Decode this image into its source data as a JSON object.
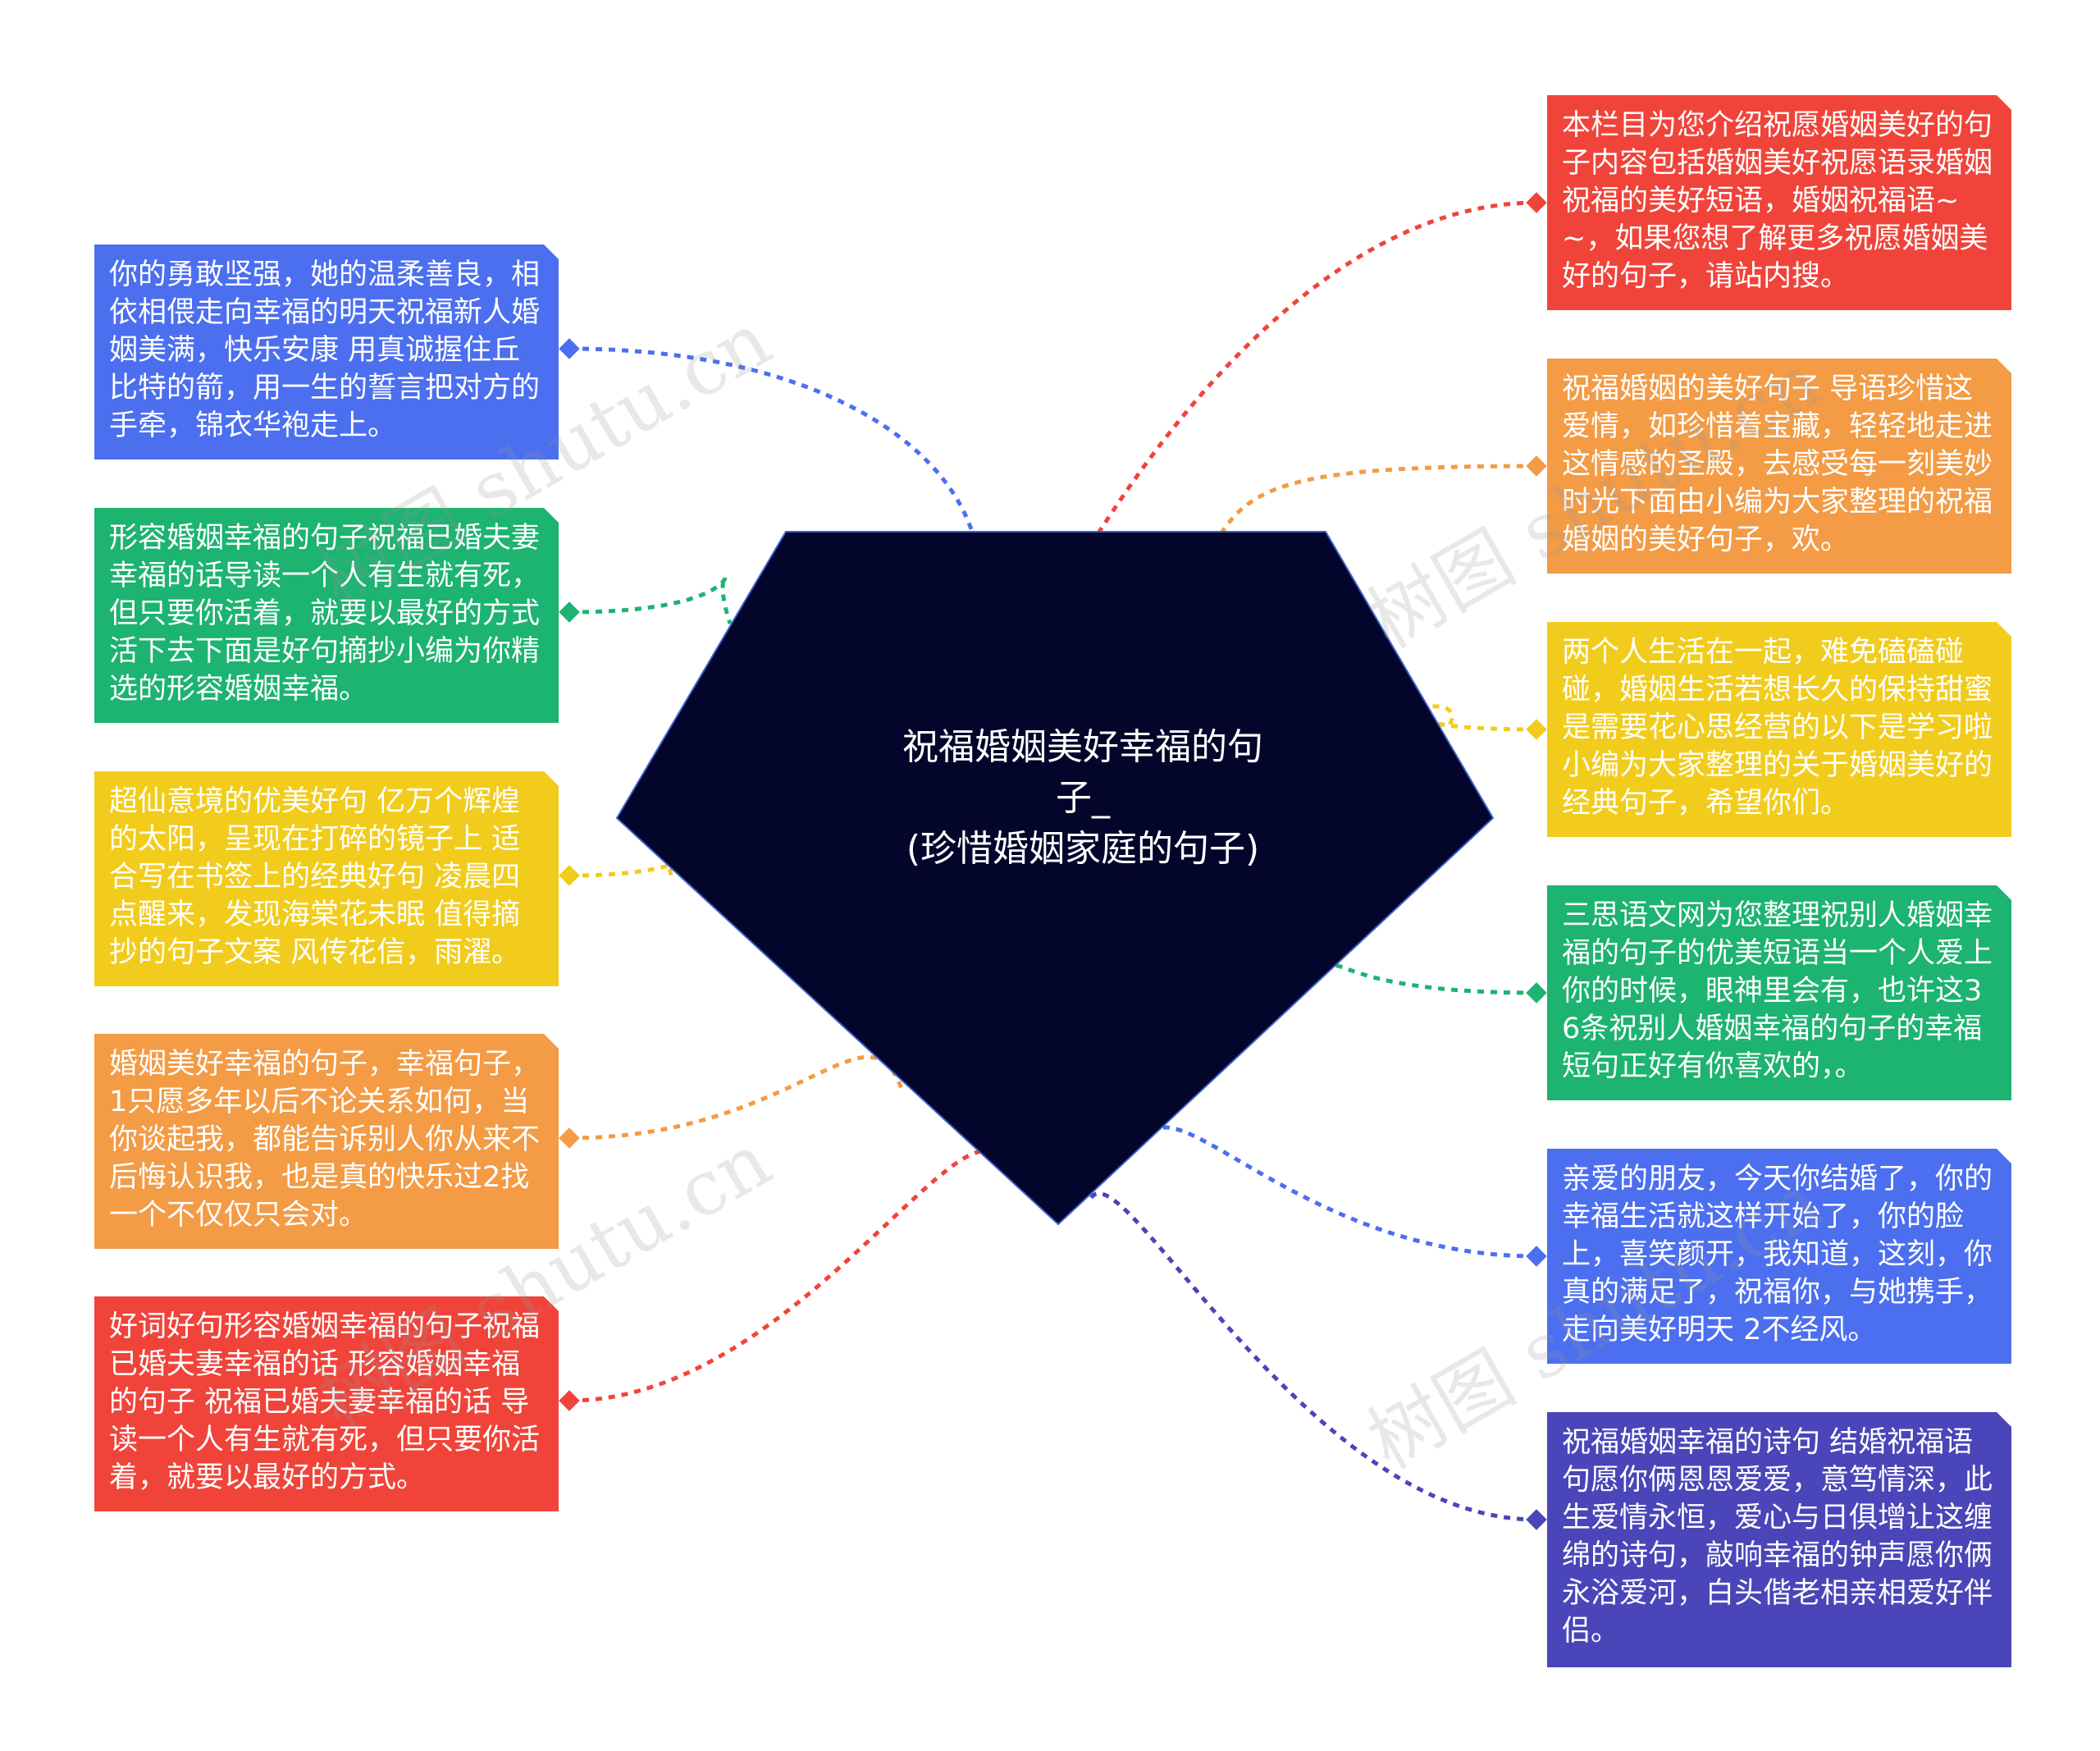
{
  "center": {
    "title_line1": "祝福婚姻美好幸福的句子_",
    "title_line2": "(珍惜婚姻家庭的句子)",
    "fill": "#03052a",
    "stroke": "#3a5fc8"
  },
  "watermark_text": "树图 shutu.cn",
  "nodes": [
    {
      "side": "left",
      "color": "#4c6ff0",
      "text": "你的勇敢坚强，她的温柔善良，相依相偎走向幸福的明天祝福新人婚姻美满，快乐安康 用真诚握住丘比特的箭，用一生的誓言把对方的手牵，锦衣华袍走上。"
    },
    {
      "side": "left",
      "color": "#1db371",
      "text": "形容婚姻幸福的句子祝福已婚夫妻幸福的话导读一个人有生就有死，但只要你活着，就要以最好的方式活下去下面是好句摘抄小编为你精选的形容婚姻幸福。"
    },
    {
      "side": "left",
      "color": "#f2cc1c",
      "text": "超仙意境的优美好句 亿万个辉煌的太阳，呈现在打碎的镜子上 适合写在书签上的经典好句 凌晨四点醒来，发现海棠花未眠 值得摘抄的句子文案 风传花信，雨濯。"
    },
    {
      "side": "left",
      "color": "#f39b45",
      "text": "婚姻美好幸福的句子，幸福句子，1只愿多年以后不论关系如何，当你谈起我，都能告诉别人你从来不后悔认识我，也是真的快乐过2找一个不仅仅只会对。"
    },
    {
      "side": "left",
      "color": "#f0443a",
      "text": "好词好句形容婚姻幸福的句子祝福已婚夫妻幸福的话 形容婚姻幸福的句子 祝福已婚夫妻幸福的话 导读一个人有生就有死，但只要你活着，就要以最好的方式。"
    },
    {
      "side": "right",
      "color": "#f0443a",
      "text": "本栏目为您介绍祝愿婚姻美好的句子内容包括婚姻美好祝愿语录婚姻祝福的美好短语，婚姻祝福语~~，如果您想了解更多祝愿婚姻美好的句子，请站内搜。"
    },
    {
      "side": "right",
      "color": "#f39b45",
      "text": "祝福婚姻的美好句子 导语珍惜这爱情，如珍惜着宝藏，轻轻地走进这情感的圣殿，去感受每一刻美妙时光下面由小编为大家整理的祝福婚姻的美好句子，欢。"
    },
    {
      "side": "right",
      "color": "#f2cc1c",
      "text": "两个人生活在一起，难免磕磕碰碰，婚姻生活若想长久的保持甜蜜是需要花心思经营的以下是学习啦小编为大家整理的关于婚姻美好的经典句子，希望你们。"
    },
    {
      "side": "right",
      "color": "#1db371",
      "text": "三思语文网为您整理祝别人婚姻幸福的句子的优美短语当一个人爱上你的时候，眼神里会有，也许这36条祝别人婚姻幸福的句子的幸福短句正好有你喜欢的，。"
    },
    {
      "side": "right",
      "color": "#4c6ff0",
      "text": "亲爱的朋友，今天你结婚了，你的幸福生活就这样开始了，你的脸上，喜笑颜开，我知道，这刻，你真的满足了，祝福你，与她携手，走向美好明天 2不经风。"
    },
    {
      "side": "right",
      "color": "#4a45b8",
      "text": "祝福婚姻幸福的诗句 结婚祝福语句愿你俩恩恩爱爱，意笃情深，此生爱情永恒，爱心与日俱增让这缠绵的诗句，敲响幸福的钟声愿你俩永浴爱河，白头偕老相亲相爱好伴侣。"
    }
  ]
}
